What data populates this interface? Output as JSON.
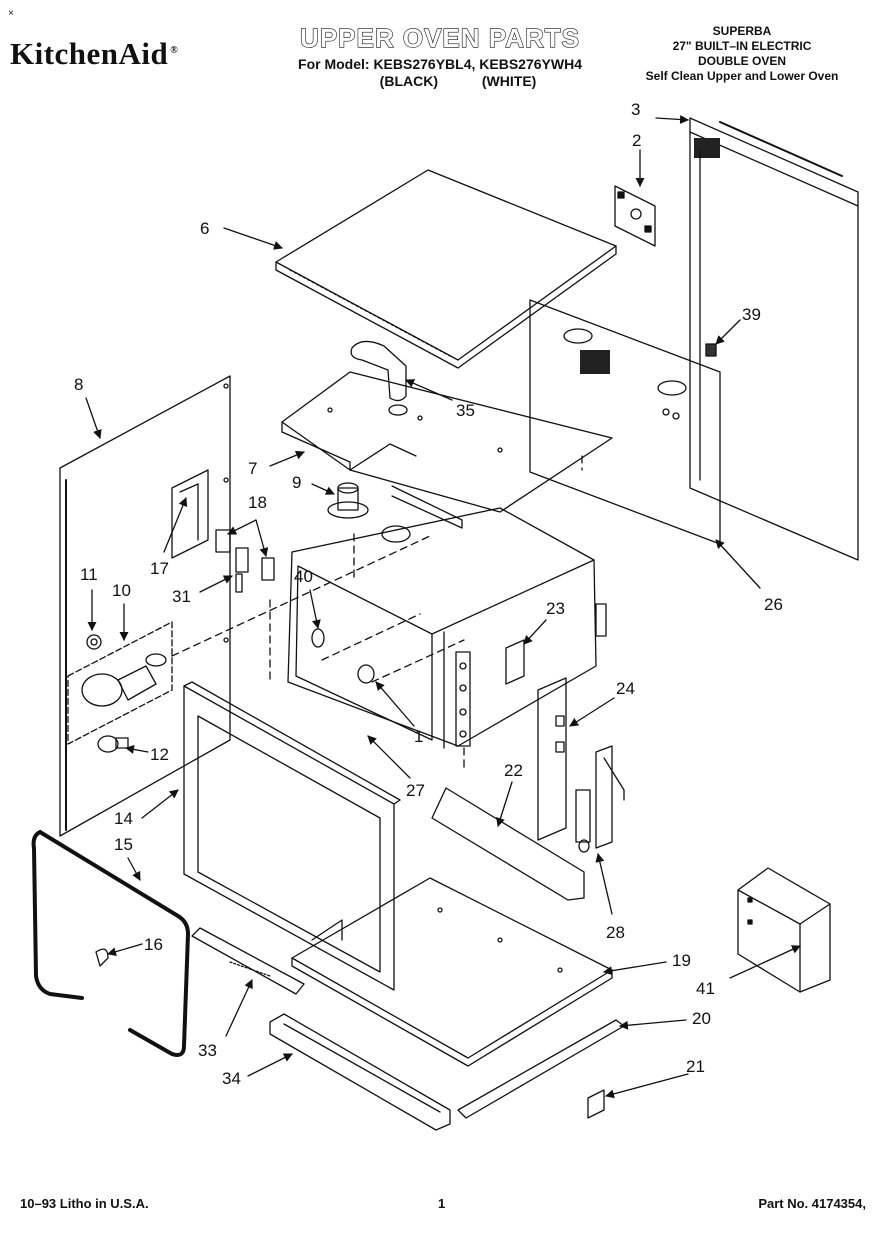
{
  "header": {
    "corner_mark": "×",
    "brand": "KitchenAid",
    "brand_reg": "®",
    "title": "UPPER OVEN PARTS",
    "model_line": "For Model: KEBS276YBL4, KEBS276YWH4",
    "color_black": "(BLACK)",
    "color_white": "(WHITE)",
    "desc_1": "SUPERBA",
    "desc_2": "27\" BUILT–IN ELECTRIC",
    "desc_3": "DOUBLE OVEN",
    "desc_4": "Self Clean Upper and Lower Oven"
  },
  "callouts": {
    "c1": "1",
    "c2": "2",
    "c3": "3",
    "c6": "6",
    "c7": "7",
    "c8": "8",
    "c9": "9",
    "c10": "10",
    "c11": "11",
    "c12": "12",
    "c14": "14",
    "c15": "15",
    "c16": "16",
    "c17": "17",
    "c18": "18",
    "c19": "19",
    "c20": "20",
    "c21": "21",
    "c22": "22",
    "c23": "23",
    "c24": "24",
    "c26": "26",
    "c27": "27",
    "c28": "28",
    "c31": "31",
    "c33": "33",
    "c34": "34",
    "c35": "35",
    "c39": "39",
    "c40": "40",
    "c41": "41"
  },
  "footer": {
    "left": "10–93  Litho in U.S.A.",
    "center": "1",
    "right": "Part No. 4174354,"
  }
}
